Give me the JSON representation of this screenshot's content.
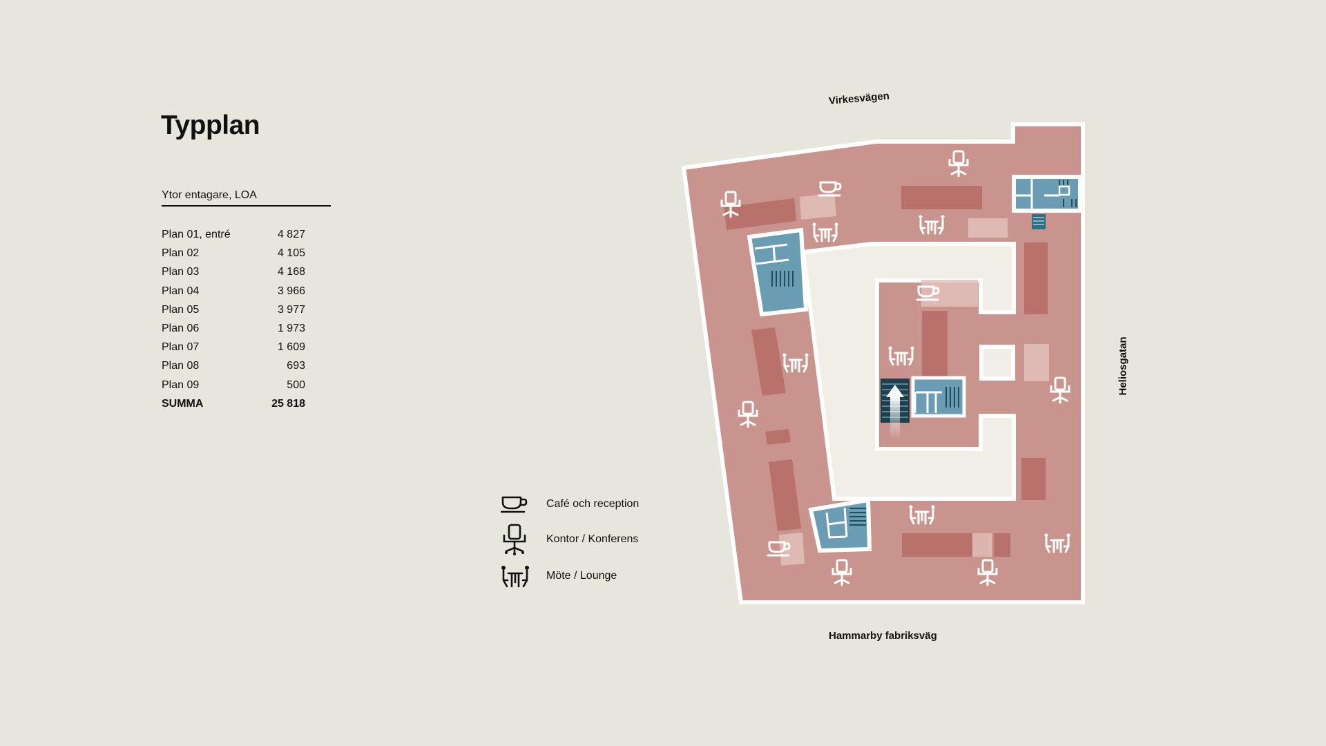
{
  "title": "Typplan",
  "area_table": {
    "heading": "Ytor entagare, LOA",
    "rows": [
      {
        "label": "Plan 01, entré",
        "value": "4 827"
      },
      {
        "label": "Plan 02",
        "value": "4 105"
      },
      {
        "label": "Plan 03",
        "value": "4 168"
      },
      {
        "label": "Plan 04",
        "value": "3 966"
      },
      {
        "label": "Plan 05",
        "value": "3 977"
      },
      {
        "label": "Plan 06",
        "value": "1 973"
      },
      {
        "label": "Plan 07",
        "value": "1 609"
      },
      {
        "label": "Plan 08",
        "value": "693"
      },
      {
        "label": "Plan 09",
        "value": "500"
      }
    ],
    "total": {
      "label": "SUMMA",
      "value": "25 818"
    }
  },
  "legend": [
    {
      "icon": "coffee-cup-icon",
      "label": "Café och reception"
    },
    {
      "icon": "office-chair-icon",
      "label": "Kontor / Konferens"
    },
    {
      "icon": "meeting-table-icon",
      "label": "Möte / Lounge"
    }
  ],
  "streets": {
    "north": "Virkesvägen",
    "east": "Heliosgatan",
    "south": "Hammarby fabriksväg"
  },
  "colors": {
    "background": "#e6e6dd",
    "floor": "#c8948d",
    "furniture": "#b8716b",
    "core": "#6a9db3",
    "courtyard": "#f1eee6",
    "wall": "#ffffff"
  }
}
